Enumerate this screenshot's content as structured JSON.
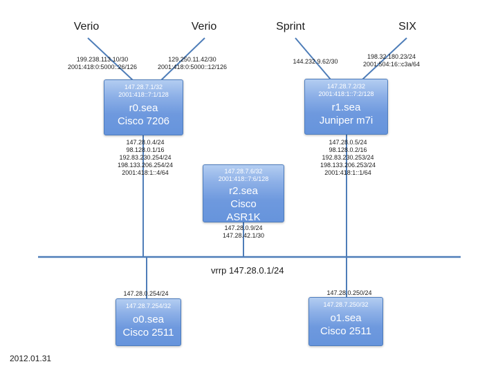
{
  "page": {
    "date": "2012.01.31"
  },
  "colors": {
    "line": "#4e7db8",
    "box_top": "#b3cdf1",
    "box_bottom": "#6694dc",
    "box_border": "#4d7cbc",
    "box_text": "#ffffff",
    "background": "#ffffff"
  },
  "uplinks": [
    {
      "name": "Verio",
      "addresses": [
        "199.238.113.10/30",
        "2001:418:0:5000::26/126"
      ]
    },
    {
      "name": "Verio",
      "addresses": [
        "129.250.11.42/30",
        "2001:418:0:5000::12/126"
      ]
    },
    {
      "name": "Sprint",
      "addresses": [
        "144.232.9.62/30"
      ]
    },
    {
      "name": "SIX",
      "addresses": [
        "198.32.180.23/24",
        "2001:504:16::c3a/64"
      ]
    }
  ],
  "nodes": {
    "r0": {
      "loopbacks": [
        "147.28.7.1/32",
        "2001:418::7:1/128"
      ],
      "title": [
        "r0.sea",
        "Cisco 7206"
      ],
      "interfaces": [
        "147.28.0.4/24",
        "98.128.0.1/16",
        "192.83.230.254/24",
        "198.133.206.254/24",
        "2001:418:1::4/64"
      ]
    },
    "r1": {
      "loopbacks": [
        "147.28.7.2/32",
        "2001:418:1::7:2/128"
      ],
      "title": [
        "r1.sea",
        "Juniper m7i"
      ],
      "interfaces": [
        "147.28.0.5/24",
        "98.128.0.2/16",
        "192.83.230.253/24",
        "198.133.206.253/24",
        "2001:418:1::1/64"
      ]
    },
    "r2": {
      "loopbacks": [
        "147.28.7.6/32",
        "2001:418::7:6/128"
      ],
      "title": [
        "r2.sea",
        "Cisco",
        "ASR1K"
      ],
      "interfaces": [
        "147.28.0.9/24",
        "147.28.42.1/30"
      ]
    },
    "o0": {
      "loopbacks": [
        "147.28.7.254/32"
      ],
      "title": [
        "o0.sea",
        "Cisco 2511"
      ],
      "lan_address": "147.28.0.254/24"
    },
    "o1": {
      "loopbacks": [
        "147.28.7.250/32"
      ],
      "title": [
        "o1.sea",
        "Cisco 2511"
      ],
      "lan_address": "147.28.0.250/24"
    }
  },
  "lan": {
    "label": "vrrp 147.28.0.1/24"
  }
}
